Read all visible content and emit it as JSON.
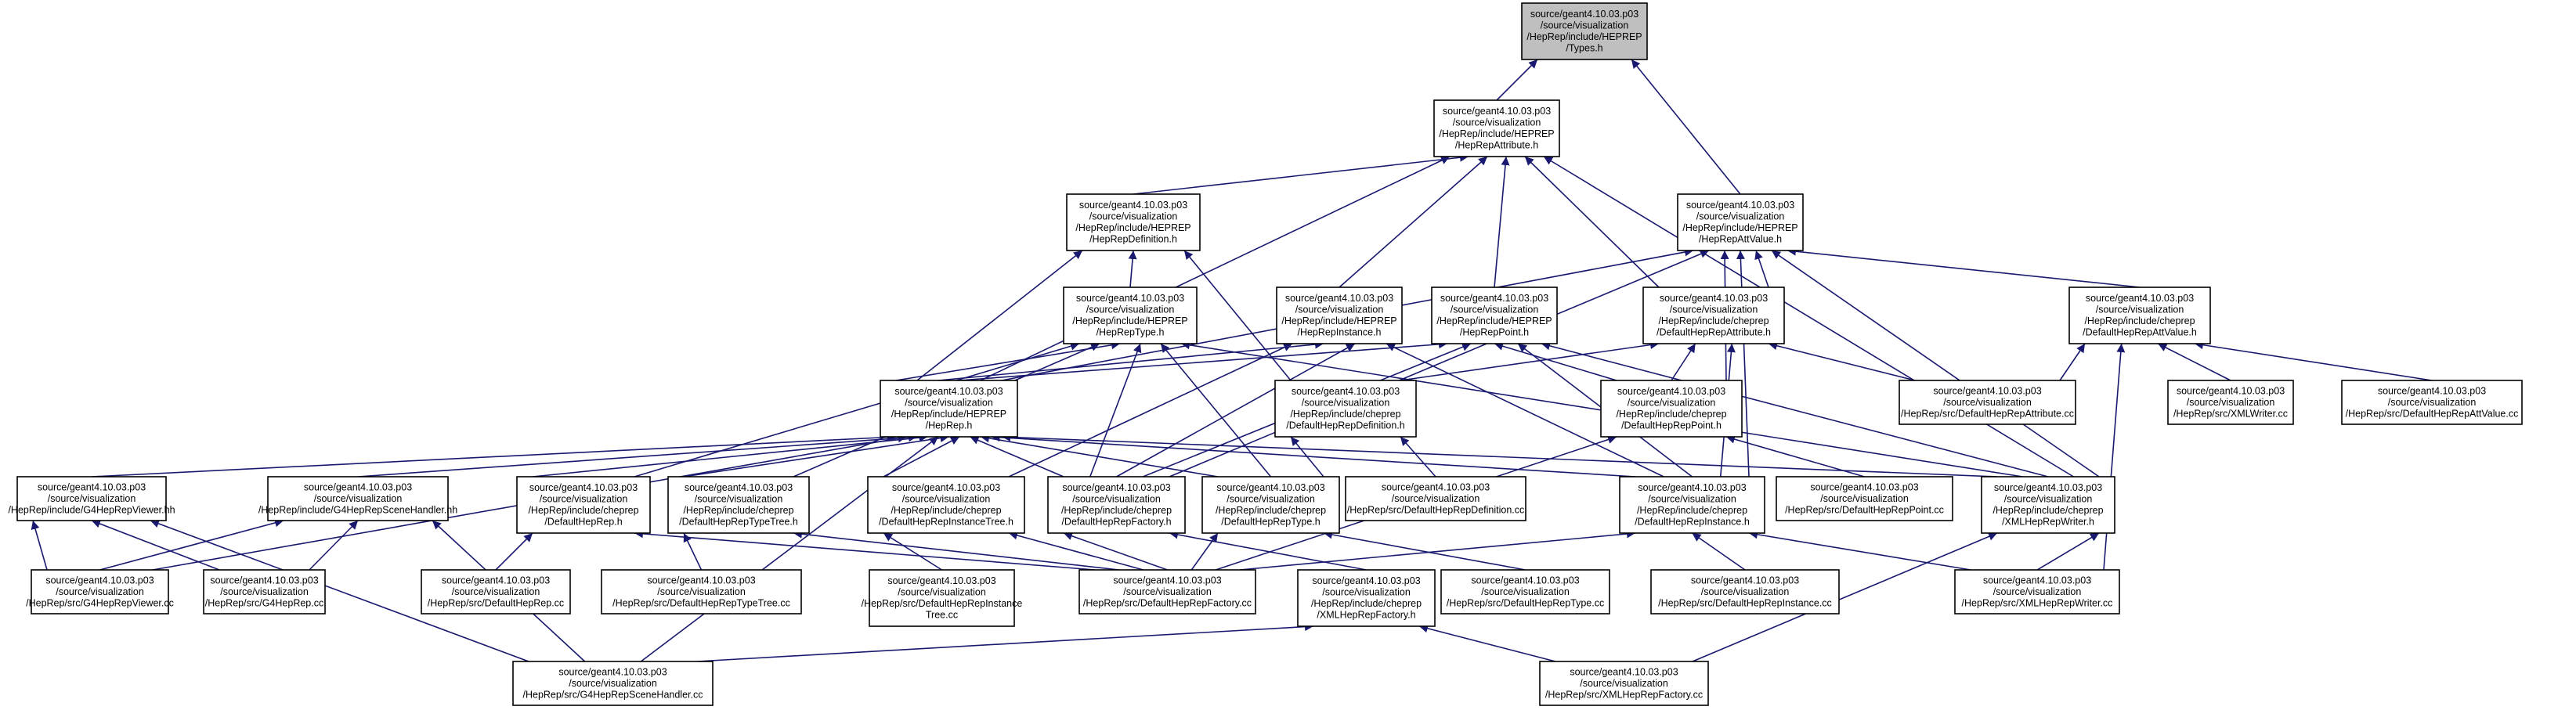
{
  "graph": {
    "type": "include-dependency-graph",
    "edge_color": "#191970",
    "root_fill": "#bfbfbf",
    "nodes": [
      {
        "id": "types_h",
        "lines": [
          "source/geant4.10.03.p03",
          "/source/visualization",
          "/HepRep/include/HEPREP",
          "/Types.h"
        ],
        "root": true
      },
      {
        "id": "heprepattribute_h",
        "lines": [
          "source/geant4.10.03.p03",
          "/source/visualization",
          "/HepRep/include/HEPREP",
          "/HepRepAttribute.h"
        ]
      },
      {
        "id": "heprepattvalue_h",
        "lines": [
          "source/geant4.10.03.p03",
          "/source/visualization",
          "/HepRep/include/HEPREP",
          "/HepRepAttValue.h"
        ]
      },
      {
        "id": "heprepdefinition_h",
        "lines": [
          "source/geant4.10.03.p03",
          "/source/visualization",
          "/HepRep/include/HEPREP",
          "/HepRepDefinition.h"
        ]
      },
      {
        "id": "heprepinstance_h",
        "lines": [
          "source/geant4.10.03.p03",
          "/source/visualization",
          "/HepRep/include/HEPREP",
          "/HepRepInstance.h"
        ]
      },
      {
        "id": "heprepttype_h",
        "lines": [
          "source/geant4.10.03.p03",
          "/source/visualization",
          "/HepRep/include/HEPREP",
          "/HepRepType.h"
        ]
      },
      {
        "id": "heppoint_h",
        "lines": [
          "source/geant4.10.03.p03",
          "/source/visualization",
          "/HepRep/include/HEPREP",
          "/HepRepPoint.h"
        ]
      },
      {
        "id": "defattribute_h",
        "lines": [
          "source/geant4.10.03.p03",
          "/source/visualization",
          "/HepRep/include/cheprep",
          "/DefaultHepRepAttribute.h"
        ]
      },
      {
        "id": "defattvalue_h",
        "lines": [
          "source/geant4.10.03.p03",
          "/source/visualization",
          "/HepRep/include/cheprep",
          "/DefaultHepRepAttValue.h"
        ]
      },
      {
        "id": "heprep_h",
        "lines": [
          "source/geant4.10.03.p03",
          "/source/visualization",
          "/HepRep/include/HEPREP",
          "/HepRep.h"
        ]
      },
      {
        "id": "defdefinition_h",
        "lines": [
          "source/geant4.10.03.p03",
          "/source/visualization",
          "/HepRep/include/cheprep",
          "/DefaultHepRepDefinition.h"
        ]
      },
      {
        "id": "defpoint_h",
        "lines": [
          "source/geant4.10.03.p03",
          "/source/visualization",
          "/HepRep/include/cheprep",
          "/DefaultHepRepPoint.h"
        ]
      },
      {
        "id": "defattribute_cc",
        "lines": [
          "source/geant4.10.03.p03",
          "/source/visualization",
          "/HepRep/src/DefaultHepRepAttribute.cc"
        ]
      },
      {
        "id": "xmlwriter_cc",
        "lines": [
          "source/geant4.10.03.p03",
          "/source/visualization",
          "/HepRep/src/XMLWriter.cc"
        ]
      },
      {
        "id": "defattvalue_cc",
        "lines": [
          "source/geant4.10.03.p03",
          "/source/visualization",
          "/HepRep/src/DefaultHepRepAttValue.cc"
        ]
      },
      {
        "id": "g4viewer_hh",
        "lines": [
          "source/geant4.10.03.p03",
          "/source/visualization",
          "/HepRep/include/G4HepRepViewer.hh"
        ]
      },
      {
        "id": "g4scenehandler_hh",
        "lines": [
          "source/geant4.10.03.p03",
          "/source/visualization",
          "/HepRep/include/G4HepRepSceneHandler.hh"
        ]
      },
      {
        "id": "defheprep_h",
        "lines": [
          "source/geant4.10.03.p03",
          "/source/visualization",
          "/HepRep/include/cheprep",
          "/DefaultHepRep.h"
        ]
      },
      {
        "id": "deftypetree_h",
        "lines": [
          "source/geant4.10.03.p03",
          "/source/visualization",
          "/HepRep/include/cheprep",
          "/DefaultHepRepTypeTree.h"
        ]
      },
      {
        "id": "definstancetree_h",
        "lines": [
          "source/geant4.10.03.p03",
          "/source/visualization",
          "/HepRep/include/cheprep",
          "/DefaultHepRepInstanceTree.h"
        ]
      },
      {
        "id": "deffactory_h",
        "lines": [
          "source/geant4.10.03.p03",
          "/source/visualization",
          "/HepRep/include/cheprep",
          "/DefaultHepRepFactory.h"
        ]
      },
      {
        "id": "deftype_h",
        "lines": [
          "source/geant4.10.03.p03",
          "/source/visualization",
          "/HepRep/include/cheprep",
          "/DefaultHepRepType.h"
        ]
      },
      {
        "id": "defdefinition_cc",
        "lines": [
          "source/geant4.10.03.p03",
          "/source/visualization",
          "/HepRep/src/DefaultHepRepDefinition.cc"
        ]
      },
      {
        "id": "definstance_h",
        "lines": [
          "source/geant4.10.03.p03",
          "/source/visualization",
          "/HepRep/include/cheprep",
          "/DefaultHepRepInstance.h"
        ]
      },
      {
        "id": "defpoint_cc",
        "lines": [
          "source/geant4.10.03.p03",
          "/source/visualization",
          "/HepRep/src/DefaultHepRepPoint.cc"
        ]
      },
      {
        "id": "xmlwriter_h",
        "lines": [
          "source/geant4.10.03.p03",
          "/source/visualization",
          "/HepRep/include/cheprep",
          "/XMLHepRepWriter.h"
        ]
      },
      {
        "id": "g4viewer_cc",
        "lines": [
          "source/geant4.10.03.p03",
          "/source/visualization",
          "/HepRep/src/G4HepRepViewer.cc"
        ]
      },
      {
        "id": "g4heprep_cc",
        "lines": [
          "source/geant4.10.03.p03",
          "/source/visualization",
          "/HepRep/src/G4HepRep.cc"
        ]
      },
      {
        "id": "defheprep_cc",
        "lines": [
          "source/geant4.10.03.p03",
          "/source/visualization",
          "/HepRep/src/DefaultHepRep.cc"
        ]
      },
      {
        "id": "deftypetree_cc",
        "lines": [
          "source/geant4.10.03.p03",
          "/source/visualization",
          "/HepRep/src/DefaultHepRepTypeTree.cc"
        ]
      },
      {
        "id": "definstancetree_cc",
        "lines": [
          "source/geant4.10.03.p03",
          "/source/visualization",
          "/HepRep/src/DefaultHepRepInstance",
          "Tree.cc"
        ]
      },
      {
        "id": "deffactory_cc",
        "lines": [
          "source/geant4.10.03.p03",
          "/source/visualization",
          "/HepRep/src/DefaultHepRepFactory.cc"
        ]
      },
      {
        "id": "xmlfactory_h",
        "lines": [
          "source/geant4.10.03.p03",
          "/source/visualization",
          "/HepRep/include/cheprep",
          "/XMLHepRepFactory.h"
        ]
      },
      {
        "id": "deftype_cc",
        "lines": [
          "source/geant4.10.03.p03",
          "/source/visualization",
          "/HepRep/src/DefaultHepRepType.cc"
        ]
      },
      {
        "id": "definstance_cc",
        "lines": [
          "source/geant4.10.03.p03",
          "/source/visualization",
          "/HepRep/src/DefaultHepRepInstance.cc"
        ]
      },
      {
        "id": "xmlwriter_cc2",
        "lines": [
          "source/geant4.10.03.p03",
          "/source/visualization",
          "/HepRep/src/XMLHepRepWriter.cc"
        ]
      },
      {
        "id": "g4scenehandler_cc",
        "lines": [
          "source/geant4.10.03.p03",
          "/source/visualization",
          "/HepRep/src/G4HepRepSceneHandler.cc"
        ]
      },
      {
        "id": "xmlfactory_cc",
        "lines": [
          "source/geant4.10.03.p03",
          "/source/visualization",
          "/HepRep/src/XMLHepRepFactory.cc"
        ]
      }
    ],
    "edges": [
      [
        "heprepattribute_h",
        "types_h"
      ],
      [
        "heprepattvalue_h",
        "types_h"
      ],
      [
        "heprepdefinition_h",
        "heprepattribute_h"
      ],
      [
        "heprepinstance_h",
        "heprepattribute_h"
      ],
      [
        "heppoint_h",
        "heprepattribute_h"
      ],
      [
        "defattribute_h",
        "heprepattribute_h"
      ],
      [
        "heprep_h",
        "heprepattribute_h"
      ],
      [
        "xmlwriter_h",
        "heprepattribute_h"
      ],
      [
        "heprepttype_h",
        "heprepdefinition_h"
      ],
      [
        "heprep_h",
        "heprepdefinition_h"
      ],
      [
        "defdefinition_h",
        "heprepdefinition_h"
      ],
      [
        "heprep_h",
        "heprepttype_h"
      ],
      [
        "deftypetree_h",
        "heprepttype_h"
      ],
      [
        "deffactory_h",
        "heprepttype_h"
      ],
      [
        "deftype_h",
        "heprepttype_h"
      ],
      [
        "defheprep_h",
        "heprepttype_h"
      ],
      [
        "xmlwriter_h",
        "heprepttype_h"
      ],
      [
        "heprep_h",
        "heprepinstance_h"
      ],
      [
        "definstancetree_h",
        "heprepinstance_h"
      ],
      [
        "deffactory_h",
        "heprepinstance_h"
      ],
      [
        "definstance_h",
        "heprepinstance_h"
      ],
      [
        "heprep_h",
        "heppoint_h"
      ],
      [
        "defpoint_h",
        "heppoint_h"
      ],
      [
        "definstance_h",
        "heppoint_h"
      ],
      [
        "deffactory_h",
        "heppoint_h"
      ],
      [
        "xmlwriter_h",
        "heppoint_h"
      ],
      [
        "defattribute_h",
        "heprepattvalue_h"
      ],
      [
        "defattvalue_h",
        "heprepattvalue_h"
      ],
      [
        "heprep_h",
        "heprepattvalue_h"
      ],
      [
        "defpoint_h",
        "heprepattvalue_h"
      ],
      [
        "definstance_h",
        "heprepattvalue_h"
      ],
      [
        "deffactory_h",
        "heprepattvalue_h"
      ],
      [
        "xmlwriter_h",
        "heprepattvalue_h"
      ],
      [
        "defdefinition_h",
        "defattribute_h"
      ],
      [
        "defpoint_h",
        "defattribute_h"
      ],
      [
        "definstance_h",
        "defattribute_h"
      ],
      [
        "defattribute_cc",
        "defattribute_h"
      ],
      [
        "defattribute_cc",
        "defattvalue_h"
      ],
      [
        "xmlwriter_cc",
        "defattvalue_h"
      ],
      [
        "defattvalue_cc",
        "defattvalue_h"
      ],
      [
        "xmlwriter_cc2",
        "defattvalue_h"
      ],
      [
        "g4viewer_hh",
        "heprep_h"
      ],
      [
        "g4scenehandler_hh",
        "heprep_h"
      ],
      [
        "defheprep_h",
        "heprep_h"
      ],
      [
        "deftypetree_h",
        "heprep_h"
      ],
      [
        "definstancetree_h",
        "heprep_h"
      ],
      [
        "deffactory_h",
        "heprep_h"
      ],
      [
        "deftype_h",
        "heprep_h"
      ],
      [
        "definstance_h",
        "heprep_h"
      ],
      [
        "xmlwriter_h",
        "heprep_h"
      ],
      [
        "g4viewer_cc",
        "heprep_h"
      ],
      [
        "g4scenehandler_cc",
        "heprep_h"
      ],
      [
        "deftype_h",
        "defdefinition_h"
      ],
      [
        "defdefinition_cc",
        "defdefinition_h"
      ],
      [
        "deffactory_cc",
        "defpoint_h"
      ],
      [
        "defpoint_cc",
        "defpoint_h"
      ],
      [
        "g4viewer_cc",
        "g4viewer_hh"
      ],
      [
        "g4heprep_cc",
        "g4viewer_hh"
      ],
      [
        "g4scenehandler_cc",
        "g4viewer_hh"
      ],
      [
        "g4viewer_cc",
        "g4scenehandler_hh"
      ],
      [
        "g4heprep_cc",
        "g4scenehandler_hh"
      ],
      [
        "g4scenehandler_cc",
        "g4scenehandler_hh"
      ],
      [
        "defheprep_cc",
        "defheprep_h"
      ],
      [
        "deffactory_cc",
        "defheprep_h"
      ],
      [
        "deftypetree_cc",
        "deftypetree_h"
      ],
      [
        "deffactory_cc",
        "deftypetree_h"
      ],
      [
        "definstancetree_cc",
        "definstancetree_h"
      ],
      [
        "deffactory_cc",
        "definstancetree_h"
      ],
      [
        "deffactory_cc",
        "deffactory_h"
      ],
      [
        "xmlfactory_h",
        "deffactory_h"
      ],
      [
        "deffactory_cc",
        "deftype_h"
      ],
      [
        "deftype_cc",
        "deftype_h"
      ],
      [
        "deffactory_cc",
        "definstance_h"
      ],
      [
        "definstance_cc",
        "definstance_h"
      ],
      [
        "xmlwriter_cc2",
        "definstance_h"
      ],
      [
        "xmlwriter_cc2",
        "xmlwriter_h"
      ],
      [
        "xmlfactory_cc",
        "xmlwriter_h"
      ],
      [
        "g4scenehandler_cc",
        "xmlfactory_h"
      ],
      [
        "xmlfactory_cc",
        "xmlfactory_h"
      ]
    ]
  }
}
